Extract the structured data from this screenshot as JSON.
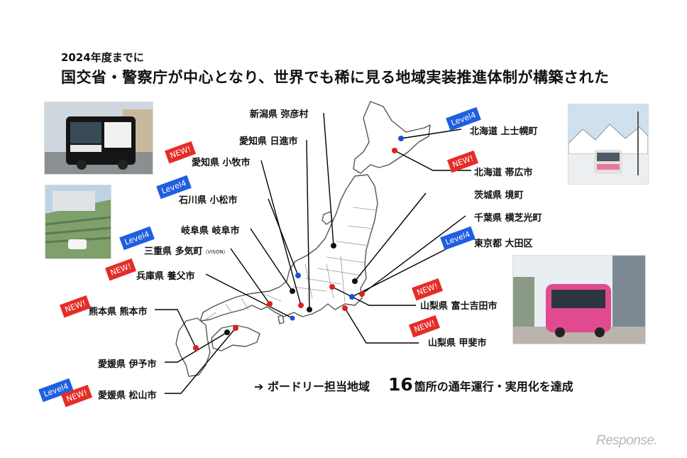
{
  "header": {
    "subtitle": "2024年度までに",
    "title": "国交省・警察庁が中心となり、世界でも稀に見る地域実装推進体制が構築された"
  },
  "badges": {
    "new": "NEW!",
    "level4": "Level4"
  },
  "locations": {
    "niigata_yahiko": "新潟県 弥彦村",
    "aichi_nisshin": "愛知県 日進市",
    "aichi_komaki": "愛知県 小牧市",
    "ishikawa_komatsu": "石川県 小松市",
    "gifu_gifu": "岐阜県 岐阜市",
    "mie_taki": "三重県 多気町",
    "mie_taki_note": "（VISON）",
    "hyogo_yabu": "兵庫県 養父市",
    "kumamoto_kumamoto": "熊本県 熊本市",
    "ehime_iyo": "愛媛県 伊予市",
    "ehime_matsuyama": "愛媛県 松山市",
    "hokkaido_kamishihoro": "北海道 上士幌町",
    "hokkaido_obihiro": "北海道 帯広市",
    "ibaraki_sakai": "茨城県 境町",
    "chiba_yokoshibahikari": "千葉県 横芝光町",
    "tokyo_ota": "東京都 大田区",
    "yamanashi_fujiyoshida": "山梨県 富士吉田市",
    "yamanashi_kofu": "山梨県 甲斐市"
  },
  "summary": {
    "prefix": "➔ ボードリー担当地域",
    "count": "16",
    "suffix": "箇所の通年運行・実用化を達成"
  },
  "logo": "Response.",
  "colors": {
    "new_badge": "#e52d27",
    "level4_badge": "#1f5fe0",
    "dot_red": "#e0201c",
    "dot_blue": "#1f4fd8",
    "dot_black": "#111111"
  }
}
